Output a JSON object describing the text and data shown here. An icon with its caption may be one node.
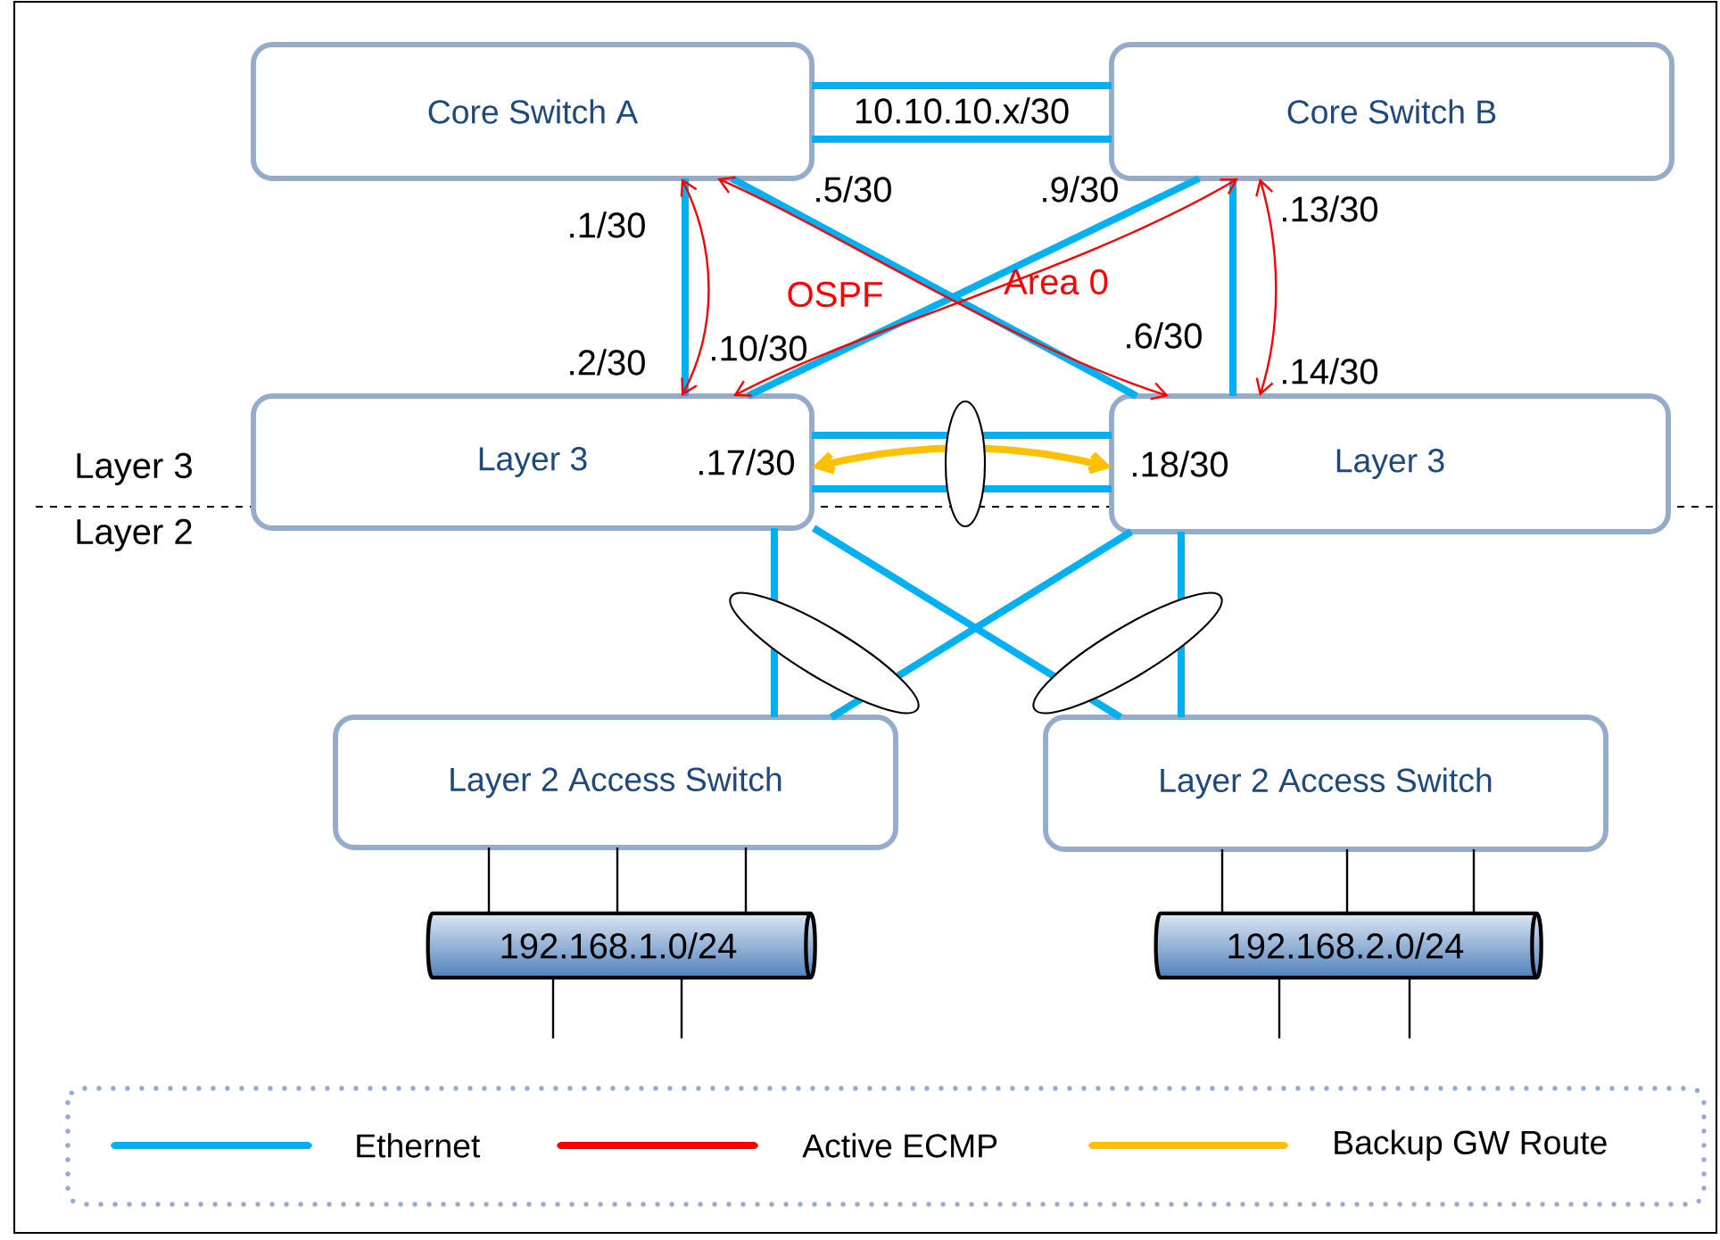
{
  "diagram": {
    "nodes": [
      {
        "text": [
          "Core Switch A"
        ]
      },
      {
        "text": [
          "Core Switch B"
        ]
      },
      {
        "text": [
          "Layer 3"
        ]
      },
      {
        "text": [
          "Layer 3"
        ]
      },
      {
        "text": [
          "Layer 2 Access Switch"
        ]
      },
      {
        "text": [
          "Layer 2 Access Switch"
        ]
      },
      {
        "text": [
          "192.168.1.0/24"
        ]
      },
      {
        "text": [
          "192.168.2.0/24"
        ]
      }
    ],
    "edges": [
      {
        "from": 0,
        "to": 1,
        "arrow": "none",
        "style": "thick",
        "label": "10.10.10.x/30"
      },
      {
        "from": 0,
        "to": 1,
        "arrow": "none",
        "style": "thick"
      },
      {
        "from": 0,
        "to": 2,
        "arrow": "none",
        "style": "thick"
      },
      {
        "from": 0,
        "to": 3,
        "arrow": "none",
        "style": "thick"
      },
      {
        "from": 1,
        "to": 2,
        "arrow": "none",
        "style": "thick"
      },
      {
        "from": 1,
        "to": 3,
        "arrow": "none",
        "style": "thick"
      },
      {
        "from": 2,
        "to": 3,
        "arrow": "none",
        "style": "thick"
      },
      {
        "from": 2,
        "to": 3,
        "arrow": "none",
        "style": "thick"
      },
      {
        "from": 0,
        "to": 2,
        "arrow": "both",
        "color": "#ff0000"
      },
      {
        "from": 0,
        "to": 3,
        "arrow": "both",
        "color": "#ff0000"
      },
      {
        "from": 1,
        "to": 2,
        "arrow": "both",
        "color": "#ff0000"
      },
      {
        "from": 1,
        "to": 3,
        "arrow": "both",
        "color": "#ff0000"
      },
      {
        "from": 2,
        "to": 3,
        "arrow": "both",
        "style": "thick",
        "color": "#ffc000"
      },
      {
        "from": 2,
        "to": 4,
        "arrow": "none",
        "style": "thick"
      },
      {
        "from": 2,
        "to": 5,
        "arrow": "none",
        "style": "thick"
      },
      {
        "from": 3,
        "to": 4,
        "arrow": "none",
        "style": "thick"
      },
      {
        "from": 3,
        "to": 5,
        "arrow": "none",
        "style": "thick"
      },
      {
        "from": 4,
        "to": 6,
        "arrow": "none",
        "color": "#000000"
      },
      {
        "from": 4,
        "to": 6,
        "arrow": "none",
        "color": "#000000"
      },
      {
        "from": 4,
        "to": 6,
        "arrow": "none",
        "color": "#000000"
      },
      {
        "from": 5,
        "to": 7,
        "arrow": "none",
        "color": "#000000"
      },
      {
        "from": 5,
        "to": 7,
        "arrow": "none",
        "color": "#000000"
      },
      {
        "from": 5,
        "to": 7,
        "arrow": "none",
        "color": "#000000"
      },
      {
        "from": 6,
        "to": null,
        "arrow": "none",
        "color": "#000000"
      },
      {
        "from": 6,
        "to": null,
        "arrow": "none",
        "color": "#000000"
      },
      {
        "from": 7,
        "to": null,
        "arrow": "none",
        "color": "#000000"
      },
      {
        "from": 7,
        "to": null,
        "arrow": "none",
        "color": "#000000"
      }
    ],
    "labels": [
      ".1/30",
      ".5/30",
      ".9/30",
      ".13/30",
      "OSPF",
      "Area 0",
      ".2/30",
      ".10/30",
      ".6/30",
      ".14/30",
      "Layer 3",
      ".17/30",
      ".18/30",
      "Layer 2"
    ],
    "legend": [
      {
        "text": "Ethernet",
        "color": "#00b0f0"
      },
      {
        "text": "Active ECMP",
        "color": "#ff0000"
      },
      {
        "text": "Backup GW Route",
        "color": "#ffc000"
      }
    ]
  }
}
